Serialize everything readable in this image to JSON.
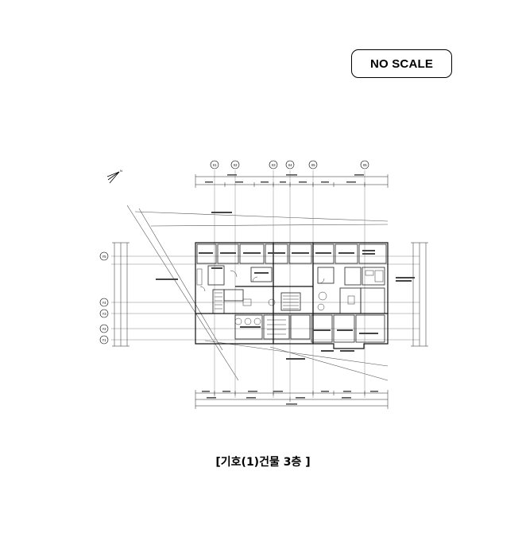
{
  "badge": {
    "text": "NO SCALE"
  },
  "caption": {
    "open": "[",
    "text": "기호(1)건물 3층",
    "close": " ]"
  },
  "grid": {
    "columns": [
      "X1",
      "X2",
      "X3",
      "X4",
      "X5",
      "X5"
    ],
    "rows": [
      "Y5",
      "Y4",
      "Y3",
      "Y2",
      "Y1"
    ]
  },
  "north_arrow": {
    "label": "N"
  },
  "colors": {
    "line": "#000000",
    "faint": "#777777",
    "wall": "#222222"
  }
}
